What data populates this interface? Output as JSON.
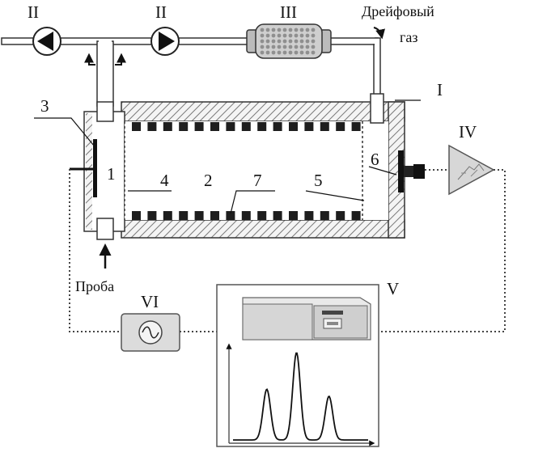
{
  "labels": {
    "pump_left": "II",
    "pump_right": "II",
    "filter": "III",
    "drift_gas_line1": "Дрейфовый",
    "drift_gas_line2": "газ",
    "chamber": "I",
    "amplifier": "IV",
    "recorder": "V",
    "power_supply": "VI",
    "sample": "Проба",
    "n1": "1",
    "n2": "2",
    "n3": "3",
    "n4": "4",
    "n5": "5",
    "n6": "6",
    "n7": "7"
  },
  "chromatogram": {
    "peaks": [
      {
        "position": 0.25,
        "height": 0.58
      },
      {
        "position": 0.47,
        "height": 1.0
      },
      {
        "position": 0.71,
        "height": 0.5
      }
    ]
  },
  "colors": {
    "line": "#222222",
    "hatch": "#666666",
    "electrode": "#1a1a1a",
    "device_fill": "#dddddd",
    "filter_fill": "#cfcfcf"
  }
}
